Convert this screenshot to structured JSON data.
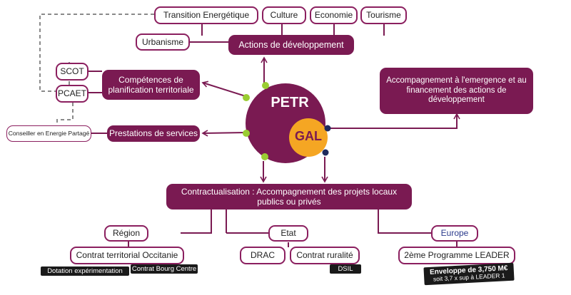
{
  "center": {
    "label": "PETR",
    "sub_label": "GAL"
  },
  "top": {
    "actions": "Actions de développement",
    "transition": "Transition Energétique",
    "culture": "Culture",
    "economie": "Economie",
    "tourisme": "Tourisme",
    "urbanisme": "Urbanisme"
  },
  "left": {
    "scot": "SCOT",
    "pcaet": "PCAET",
    "competences": "Compétences de planification territoriale",
    "conseiller": "Conseiller en Energie Partagé",
    "prestations": "Prestations de services"
  },
  "right": {
    "accompagnement": "Accompagnement à l'emergence et au financement des actions de développement"
  },
  "bottom": {
    "contractualisation": "Contractualisation : Accompagnement des projets locaux publics ou privés",
    "region": "Région",
    "contrat_occitanie": "Contrat territorial Occitanie",
    "dotation": "Dotation expérimentation",
    "contrat_bourg": "Contrat Bourg Centre",
    "etat": "Etat",
    "drac": "DRAC",
    "contrat_ruralite": "Contrat ruralité",
    "dsil": "DSIL",
    "europe": "Europe",
    "leader": "2ème Programme LEADER",
    "enveloppe": "Enveloppe de 3,750 M€",
    "enveloppe_note": "soit 3,7 x sup à LEADER 1"
  },
  "colors": {
    "primary": "#7a1a52",
    "outline": "#8b1f5f",
    "gal_circle": "#f5a623",
    "green_dot": "#9acd32",
    "navy_dot": "#1f2a5c",
    "tag_bg": "#1a1a1a"
  }
}
